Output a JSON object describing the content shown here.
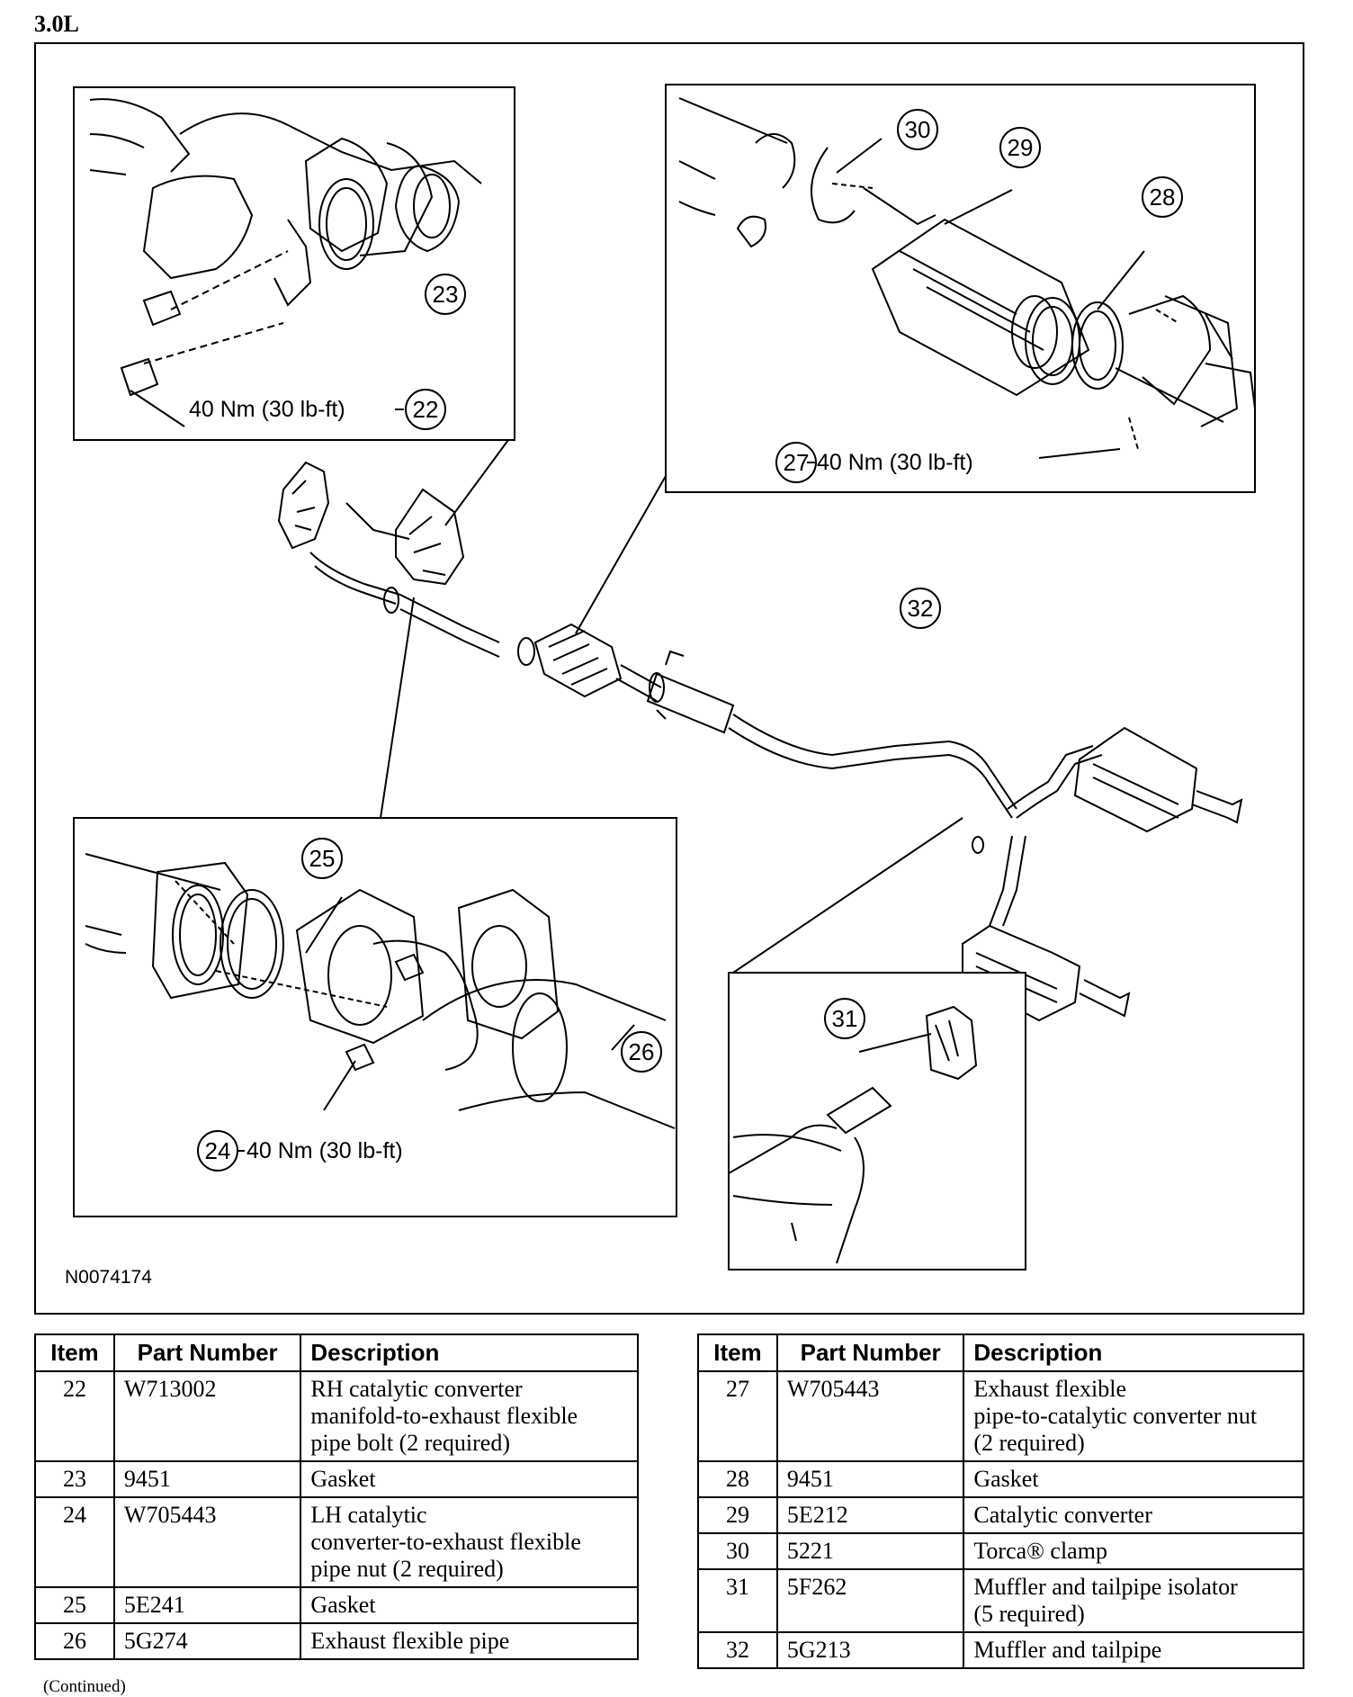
{
  "page": {
    "engine_label": "3.0L",
    "figure_id": "N0074174",
    "continued": "(Continued)"
  },
  "callouts": {
    "c22": "22",
    "c23": "23",
    "c24": "24",
    "c25": "25",
    "c26": "26",
    "c27": "27",
    "c28": "28",
    "c29": "29",
    "c30": "30",
    "c31": "31",
    "c32": "32"
  },
  "torque_specs": {
    "t22": "40 Nm (30 lb-ft)",
    "t24": "40 Nm (30 lb-ft)",
    "t27": "40 Nm (30 lb-ft)"
  },
  "tables": {
    "headers": {
      "item": "Item",
      "part_number": "Part Number",
      "description": "Description"
    },
    "left": [
      {
        "item": "22",
        "part": "W713002",
        "desc": [
          "RH catalytic converter",
          "manifold-to-exhaust flexible",
          "pipe bolt (2 required)"
        ]
      },
      {
        "item": "23",
        "part": "9451",
        "desc": [
          "Gasket"
        ]
      },
      {
        "item": "24",
        "part": "W705443",
        "desc": [
          "LH catalytic",
          "converter-to-exhaust flexible",
          "pipe nut (2 required)"
        ]
      },
      {
        "item": "25",
        "part": "5E241",
        "desc": [
          "Gasket"
        ]
      },
      {
        "item": "26",
        "part": "5G274",
        "desc": [
          "Exhaust flexible pipe"
        ]
      }
    ],
    "right": [
      {
        "item": "27",
        "part": "W705443",
        "desc": [
          "Exhaust flexible",
          "pipe-to-catalytic converter nut",
          "(2 required)"
        ]
      },
      {
        "item": "28",
        "part": "9451",
        "desc": [
          "Gasket"
        ]
      },
      {
        "item": "29",
        "part": "5E212",
        "desc": [
          "Catalytic converter"
        ]
      },
      {
        "item": "30",
        "part": "5221",
        "desc": [
          "Torca® clamp"
        ]
      },
      {
        "item": "31",
        "part": "5F262",
        "desc": [
          "Muffler and tailpipe isolator",
          "(5 required)"
        ]
      },
      {
        "item": "32",
        "part": "5G213",
        "desc": [
          "Muffler and tailpipe"
        ]
      }
    ]
  }
}
